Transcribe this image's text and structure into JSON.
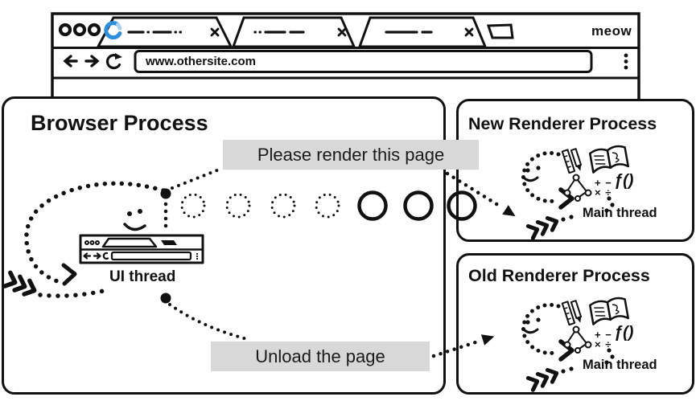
{
  "window": {
    "url": "www.othersite.com",
    "logo_text": "meow"
  },
  "messages": {
    "render": "Please render this page",
    "unload": "Unload the page"
  },
  "browser_process": {
    "title": "Browser Process",
    "thread_label": "UI thread"
  },
  "new_renderer": {
    "title": "New Renderer Process"
  },
  "old_renderer": {
    "title": "Old Renderer Process"
  },
  "renderer": {
    "thread_label": "Main thread",
    "function_symbol": "ƒ()",
    "math_top": "+ −",
    "math_bottom": "× ÷"
  },
  "colors": {
    "ink": "#111111",
    "label_bg": "#d8d8d8",
    "spinner_blue": "#2f8fdd",
    "spinner_light": "#aacfef"
  }
}
